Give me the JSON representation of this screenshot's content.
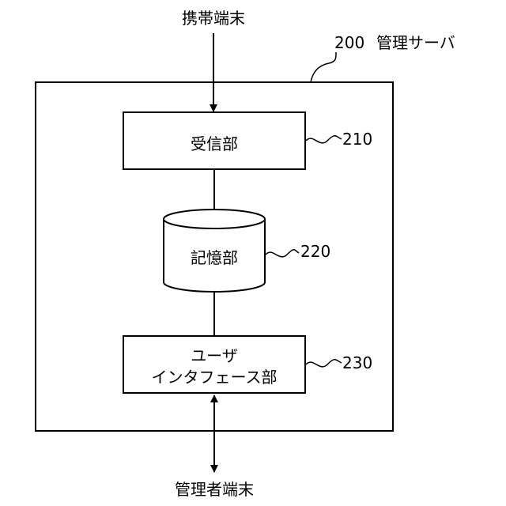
{
  "top_terminal": "携帯端末",
  "bottom_terminal": "管理者端末",
  "server": {
    "ref": "200",
    "label": "管理サーバ"
  },
  "receiver": {
    "ref": "210",
    "label": "受信部"
  },
  "storage": {
    "ref": "220",
    "label": "記憶部"
  },
  "user_interface": {
    "ref": "230",
    "label_line1": "ユーザ",
    "label_line2": "インタフェース部"
  }
}
